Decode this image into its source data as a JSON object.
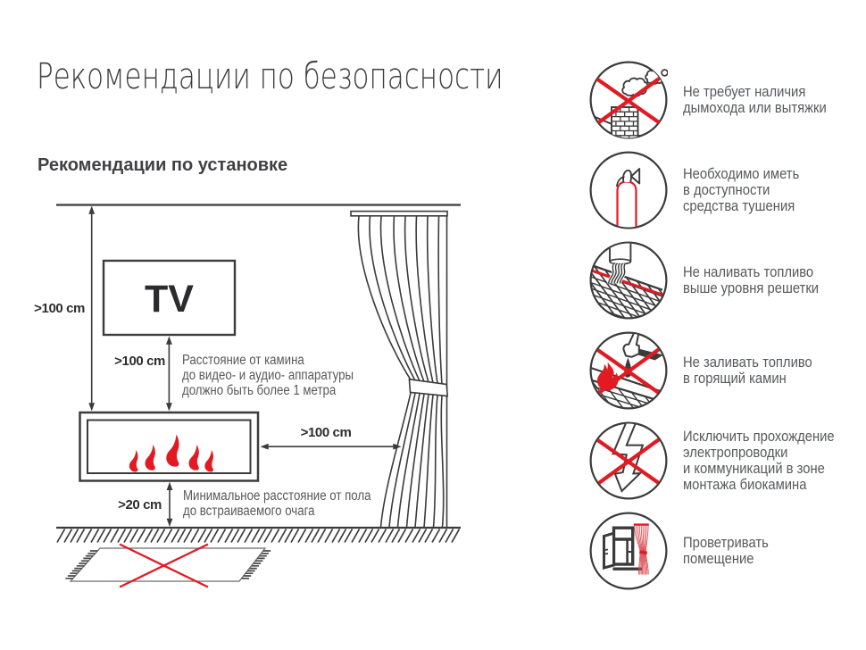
{
  "page": {
    "title": "Рекомендации по безопасности",
    "section_title": "Рекомендации по установке"
  },
  "colors": {
    "accent_red": "#e21b23",
    "line_dark": "#3b3b3c",
    "text_gray": "#58595b"
  },
  "diagram": {
    "tv_label": "TV",
    "labels": {
      "ceiling_distance": ">100 cm",
      "tv_distance": ">100 cm",
      "curtain_distance": ">100 cm",
      "floor_distance": ">20 cm"
    },
    "notes": {
      "tv": "Расстояние от камина\nдо видео- и аудио- аппаратуры\nдолжно быть более 1 метра",
      "floor": "Минимальное расстояние от пола\nдо встраиваемого очага"
    }
  },
  "safety_items": [
    {
      "icon": "no-chimney-icon",
      "label": "Не требует наличия\nдымохода или вытяжки"
    },
    {
      "icon": "fire-extinguisher-icon",
      "label": "Необходимо иметь\nв доступности\nсредства тушения"
    },
    {
      "icon": "fuel-level-icon",
      "label": "Не наливать топливо\nвыше уровня решетки"
    },
    {
      "icon": "no-refuel-burning-icon",
      "label": "Не заливать топливо\nв горящий камин"
    },
    {
      "icon": "no-wiring-icon",
      "label": "Исключить прохождение\nэлектропроводки\nи коммуникаций в зоне\nмонтажа биокамина"
    },
    {
      "icon": "ventilation-icon",
      "label": "Проветривать\nпомещение"
    }
  ]
}
